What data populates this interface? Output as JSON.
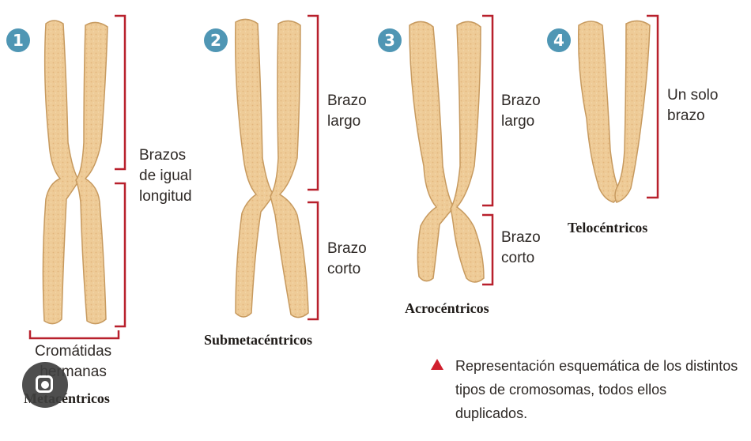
{
  "diagram": {
    "types": [
      {
        "number": "1",
        "title": "Metacéntricos",
        "upper_label": "Brazos\nde igual\nlongitud",
        "bottom_label": "Cromátidas\nhermanas"
      },
      {
        "number": "2",
        "title": "Submetacéntricos",
        "upper_label": "Brazo\nlargo",
        "lower_label": "Brazo\ncorto"
      },
      {
        "number": "3",
        "title": "Acrocéntricos",
        "upper_label": "Brazo\nlargo",
        "lower_label": "Brazo\ncorto"
      },
      {
        "number": "4",
        "title": "Telocéntricos",
        "upper_label": "Un solo\nbrazo"
      }
    ],
    "caption": "Representación esquemática de los distintos tipos de cromosomas, todos ellos duplicados.",
    "colors": {
      "chromosome_fill": "#eecb97",
      "chromosome_stroke": "#c79a5f",
      "bracket": "#b8202c",
      "badge": "#4f96b4",
      "caption_marker": "#d0202e"
    }
  }
}
